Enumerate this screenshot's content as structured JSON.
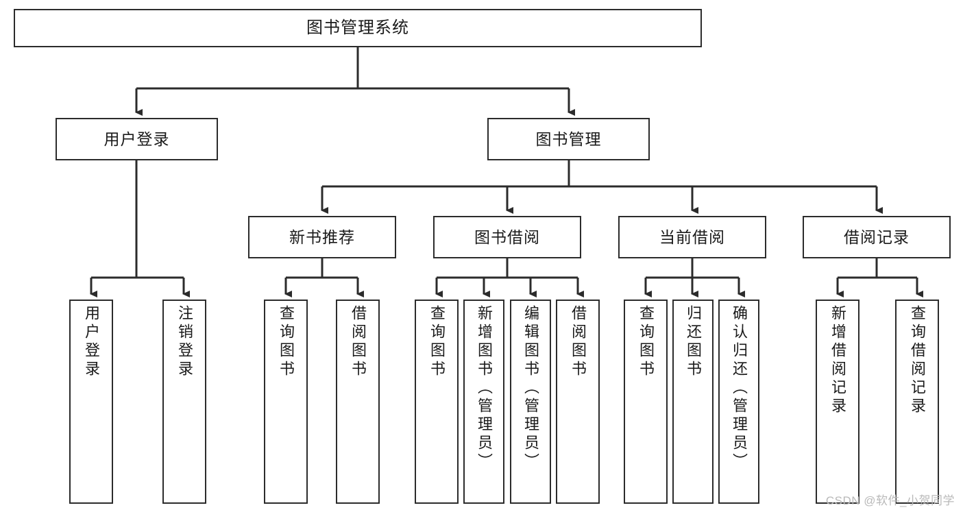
{
  "diagram": {
    "title": "图书管理系统",
    "type": "hierarchy-tree",
    "watermark": "CSDN @软件_小贺同学",
    "colors": {
      "border": "#2b2b2b",
      "background": "#ffffff",
      "text": "#1a1a1a",
      "edge": "#2b2b2b",
      "watermark": "#b9b9b9"
    },
    "root": {
      "label": "图书管理系统"
    },
    "level2": [
      {
        "label": "用户登录"
      },
      {
        "label": "图书管理"
      }
    ],
    "level3": [
      {
        "label": "新书推荐"
      },
      {
        "label": "图书借阅"
      },
      {
        "label": "当前借阅"
      },
      {
        "label": "借阅记录"
      }
    ],
    "leaves": {
      "user_login": [
        {
          "label": "用户登录"
        },
        {
          "label": "注销登录"
        }
      ],
      "new_book": [
        {
          "label": "查询图书"
        },
        {
          "label": "借阅图书"
        }
      ],
      "borrow_book": [
        {
          "label": "查询图书"
        },
        {
          "label": "新增图书（管理员）"
        },
        {
          "label": "编辑图书（管理员）"
        },
        {
          "label": "借阅图书"
        }
      ],
      "current_borrow": [
        {
          "label": "查询图书"
        },
        {
          "label": "归还图书"
        },
        {
          "label": "确认归还（管理员）"
        }
      ],
      "borrow_record": [
        {
          "label": "新增借阅记录"
        },
        {
          "label": "查询借阅记录"
        }
      ]
    }
  }
}
